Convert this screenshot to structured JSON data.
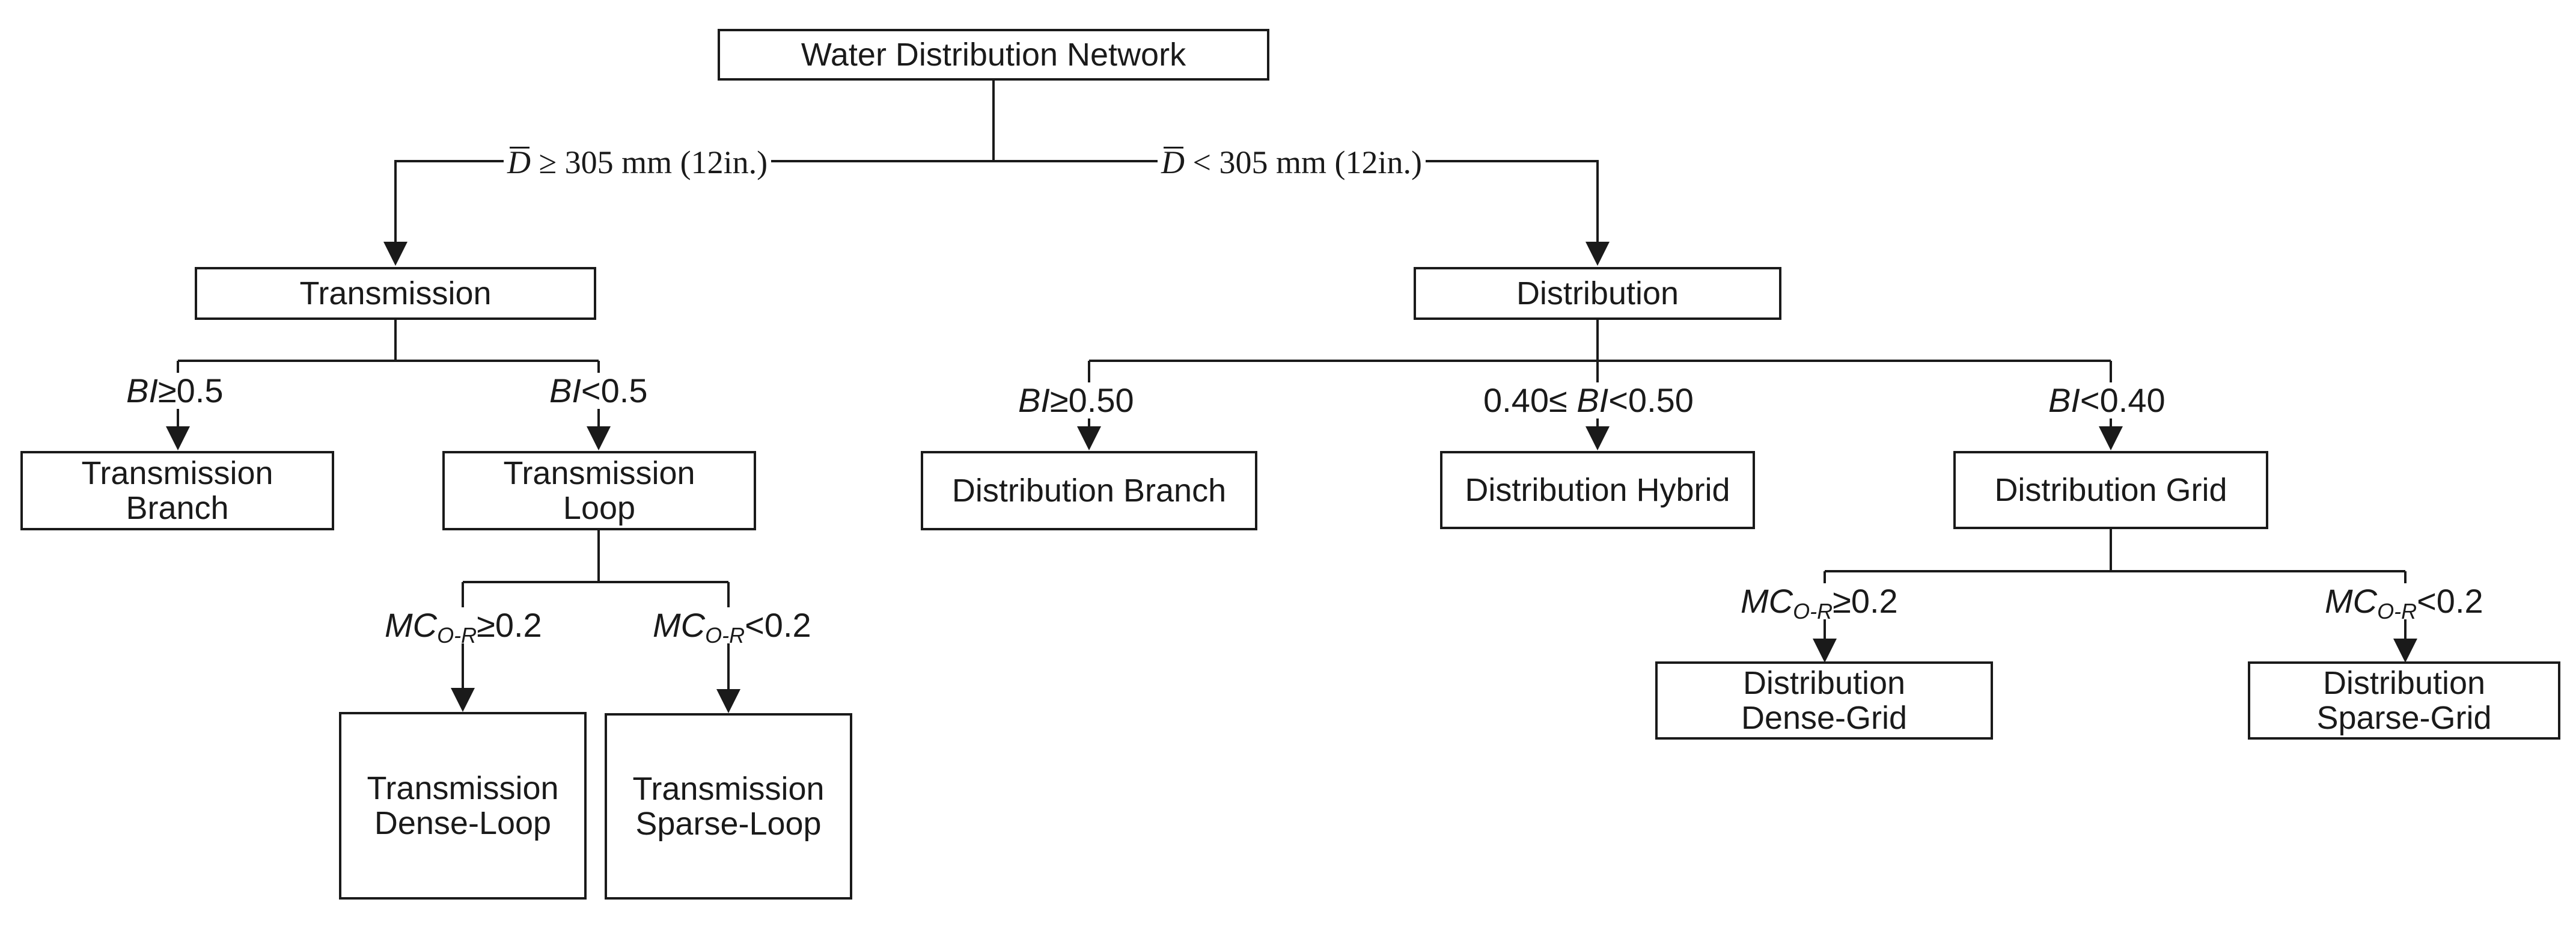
{
  "nodes": {
    "root": "Water Distribution Network",
    "transmission": "Transmission",
    "distribution": "Distribution",
    "transmission_branch": "Transmission\nBranch",
    "transmission_loop": "Transmission\nLoop",
    "distribution_branch": "Distribution Branch",
    "distribution_hybrid": "Distribution Hybrid",
    "distribution_grid": "Distribution Grid",
    "transmission_dense_loop": "Transmission\nDense-Loop",
    "transmission_sparse_loop": "Transmission\nSparse-Loop",
    "distribution_dense_grid": "Distribution\nDense-Grid",
    "distribution_sparse_grid": "Distribution\nSparse-Grid"
  },
  "conditions": {
    "diameter_symbol": "D",
    "diameter_ge": "≥ 305 mm (12in.)",
    "diameter_lt": "< 305 mm (12in.)",
    "bi_symbol": "BI",
    "trans_bi_ge": "≥0.5",
    "trans_bi_lt": "<0.5",
    "dist_bi_ge": "≥0.50",
    "dist_bi_mid_prefix": "0.40≤ ",
    "dist_bi_mid_suffix": "<0.50",
    "dist_bi_lt": "<0.40",
    "mc_symbol": "MC",
    "mc_subscript": "O-R",
    "mc_ge": "≥0.2",
    "mc_lt": "<0.2"
  }
}
